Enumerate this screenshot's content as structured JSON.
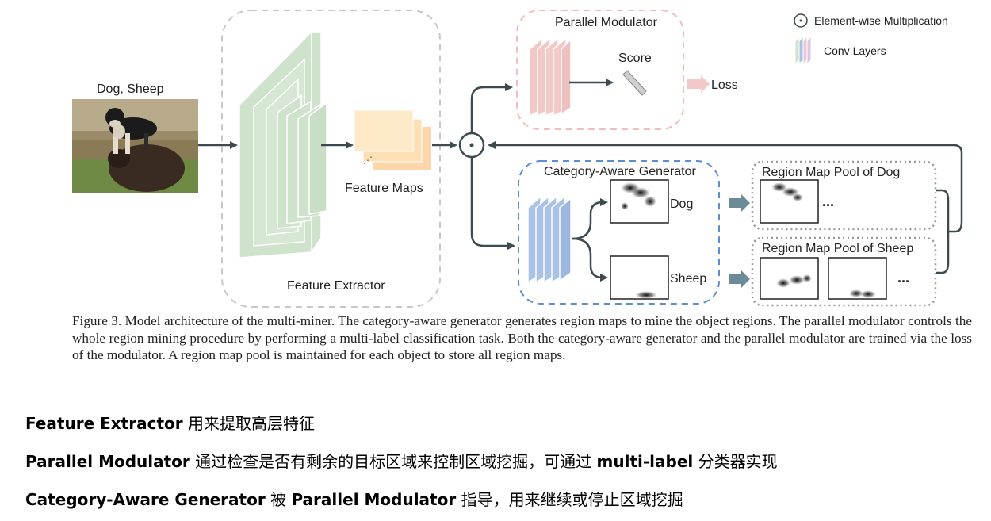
{
  "diagram": {
    "input_label": "Dog, Sheep",
    "feature_extractor_label": "Feature Extractor",
    "feature_maps_label": "Feature Maps",
    "parallel_modulator_label": "Parallel Modulator",
    "score_label": "Score",
    "loss_label": "Loss",
    "category_aware_generator_label": "Category-Aware Generator",
    "dog_label": "Dog",
    "sheep_label": "Sheep",
    "pool_dog_label": "Region Map Pool of Dog",
    "pool_sheep_label": "Region Map Pool of Sheep",
    "ellipsis": "...",
    "legend": {
      "multiplication_label": "Element-wise Multiplication",
      "conv_label": "Conv Layers"
    },
    "colors": {
      "extractor": "#cfe3cc",
      "modulator": "#f2c9c9",
      "generator": "#a9c2e8",
      "feature_maps": "#fde0b5",
      "dashed_grey": "#c8c8c8",
      "dashed_pink": "#f4bdbd",
      "dashed_blue": "#5b8fd0",
      "dotted": "#999999",
      "arrow": "#3d4a4f"
    }
  },
  "caption": "Figure 3. Model architecture of the multi-miner. The category-aware generator generates region maps to mine the object regions. The parallel modulator controls the whole region mining procedure by performing a multi-label classification task. Both the category-aware generator and the parallel modulator are trained via the loss of the modulator. A region map pool is maintained for each object to store all region maps.",
  "notes": [
    {
      "term": "Feature Extractor",
      "text": " 用来提取高层特征"
    },
    {
      "term": "Parallel Modulator",
      "text": " 通过检查是否有剩余的目标区域来控制区域挖掘，可通过 ",
      "term2": "multi-label",
      "text2": " 分类器实现"
    },
    {
      "term": "Category-Aware Generator",
      "text": " 被 ",
      "term2": "Parallel Modulator",
      "text2": " 指导，用来继续或停止区域挖掘"
    }
  ]
}
